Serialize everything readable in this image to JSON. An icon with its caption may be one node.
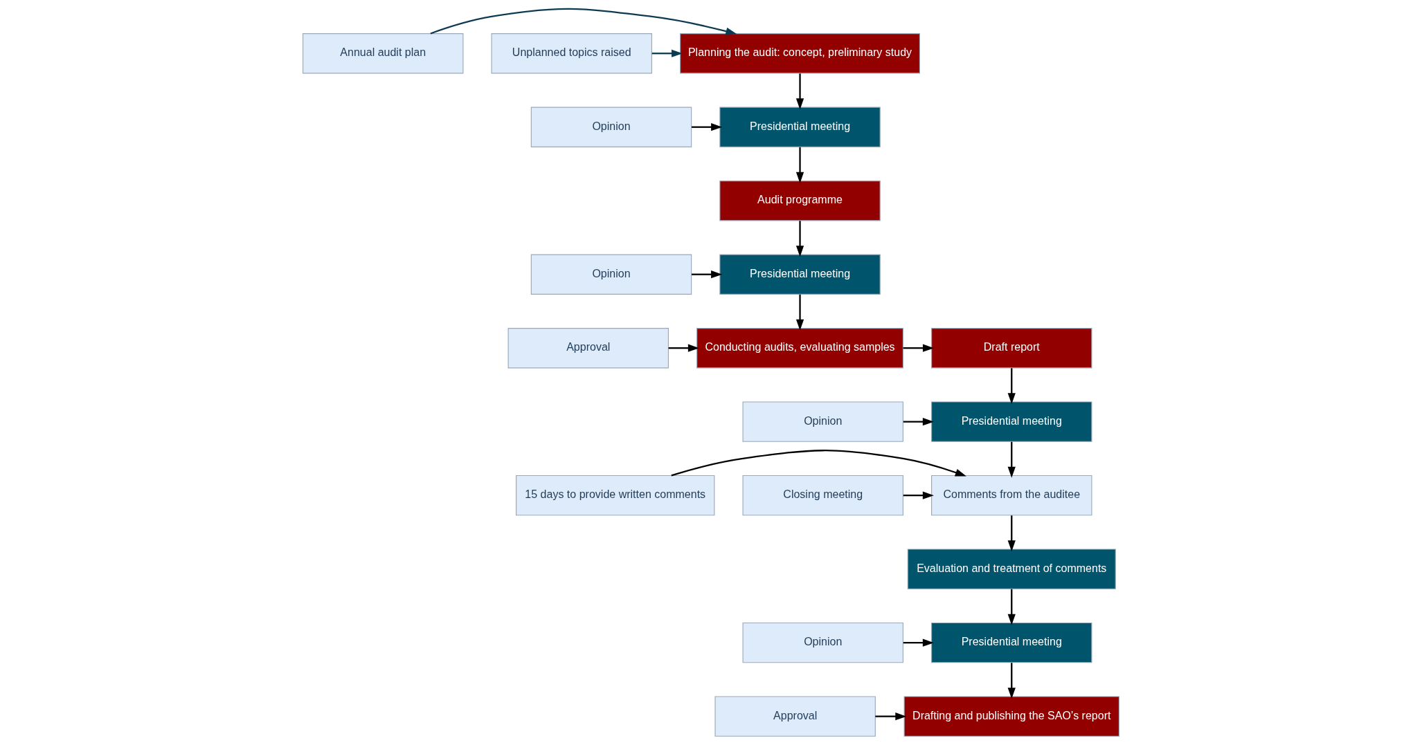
{
  "diagram": {
    "nodes": [
      {
        "text": [
          "Planning the audit: concept, preliminary study"
        ]
      },
      {
        "text": [
          "Annual audit plan"
        ]
      },
      {
        "text": [
          "Unplanned topics raised"
        ]
      },
      {
        "text": [
          "Opinion"
        ]
      },
      {
        "text": [
          "Presidential meeting"
        ]
      },
      {
        "text": [
          "Audit programme"
        ]
      },
      {
        "text": [
          "Opinion"
        ]
      },
      {
        "text": [
          "Presidential meeting"
        ]
      },
      {
        "text": [
          "Approval"
        ]
      },
      {
        "text": [
          "Conducting audits, evaluating samples"
        ]
      },
      {
        "text": [
          "Drafting and publishing the SAO’s report"
        ]
      },
      {
        "text": [
          "Approval"
        ]
      },
      {
        "text": [
          "Presidential meeting"
        ]
      },
      {
        "text": [
          "Opinion"
        ]
      },
      {
        "text": [
          "Evaluation and treatment of comments"
        ]
      },
      {
        "text": [
          "15 days to provide written comments"
        ]
      },
      {
        "text": [
          "Closing meeting"
        ]
      },
      {
        "text": [
          "Comments from the auditee"
        ]
      },
      {
        "text": [
          "Presidential meeting"
        ]
      },
      {
        "text": [
          "Opinion"
        ]
      },
      {
        "text": [
          "Draft report"
        ]
      }
    ],
    "edges": [
      {
        "from": 1,
        "to": 0,
        "arrow": "to",
        "color": "#0b3a52"
      },
      {
        "from": 2,
        "to": 0,
        "arrow": "to",
        "color": "#0b3a52"
      },
      {
        "from": 0,
        "to": 4,
        "arrow": "to"
      },
      {
        "from": 3,
        "to": 4,
        "arrow": "to"
      },
      {
        "from": 4,
        "to": 5,
        "arrow": "to"
      },
      {
        "from": 5,
        "to": 7,
        "arrow": "to"
      },
      {
        "from": 6,
        "to": 7,
        "arrow": "to"
      },
      {
        "from": 7,
        "to": 9,
        "arrow": "to"
      },
      {
        "from": 8,
        "to": 9,
        "arrow": "to"
      },
      {
        "from": 9,
        "to": 20,
        "arrow": "to"
      },
      {
        "from": 20,
        "to": 18,
        "arrow": "to"
      },
      {
        "from": 19,
        "to": 18,
        "arrow": "to"
      },
      {
        "from": 18,
        "to": 17,
        "arrow": "to"
      },
      {
        "from": 15,
        "to": 17,
        "arrow": "to"
      },
      {
        "from": 16,
        "to": 17,
        "arrow": "to"
      },
      {
        "from": 17,
        "to": 14,
        "arrow": "to"
      },
      {
        "from": 14,
        "to": 12,
        "arrow": "to"
      },
      {
        "from": 13,
        "to": 12,
        "arrow": "to"
      },
      {
        "from": 12,
        "to": 10,
        "arrow": "to"
      },
      {
        "from": 11,
        "to": 10,
        "arrow": "to"
      }
    ]
  }
}
